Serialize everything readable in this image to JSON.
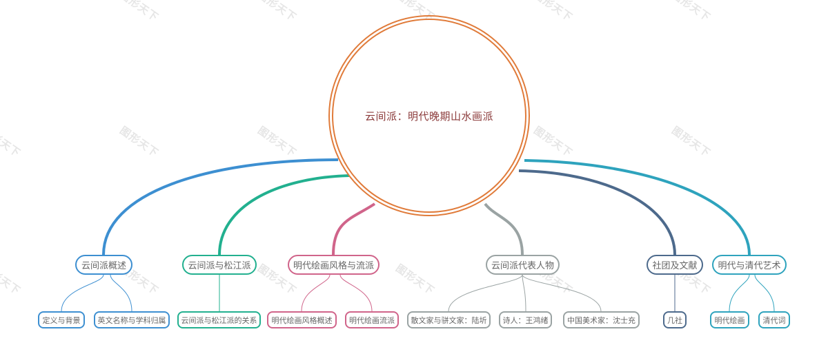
{
  "watermark": "图形天下",
  "root": {
    "label": "云间派：明代晚期山水画派",
    "color": "#e07b3a"
  },
  "branches": [
    {
      "label": "云间派概述",
      "color": "#3d8fd1",
      "children": [
        {
          "label": "定义与背景"
        },
        {
          "label": "英文名称与学科归属"
        }
      ]
    },
    {
      "label": "云间派与松江派",
      "color": "#22b08f",
      "children": [
        {
          "label": "云间派与松江派的关系"
        }
      ]
    },
    {
      "label": "明代绘画风格与流派",
      "color": "#d0648a",
      "children": [
        {
          "label": "明代绘画风格概述"
        },
        {
          "label": "明代绘画流派"
        }
      ]
    },
    {
      "label": "云间派代表人物",
      "color": "#9aa3a3",
      "children": [
        {
          "label": "散文家与骈文家：陆圻"
        },
        {
          "label": "诗人：王鸿绪"
        },
        {
          "label": "中国美术家：沈士充"
        }
      ]
    },
    {
      "label": "社团及文献",
      "color": "#4d6a8c",
      "children": [
        {
          "label": "几社"
        }
      ]
    },
    {
      "label": "明代与清代艺术",
      "color": "#2ea3bd",
      "children": [
        {
          "label": "明代绘画"
        },
        {
          "label": "清代词"
        }
      ]
    }
  ]
}
